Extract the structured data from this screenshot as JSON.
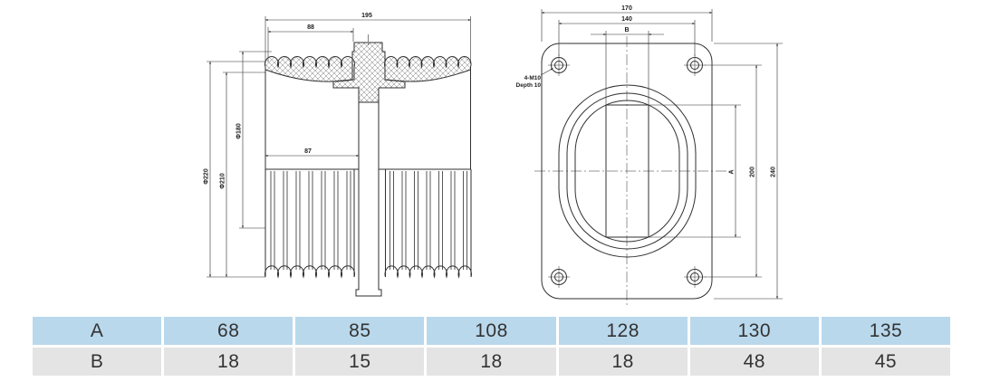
{
  "drawing": {
    "left_view": {
      "dims": {
        "total_length": "195",
        "upper_section": "88",
        "mid_section": "87",
        "dia_outer": "Φ220",
        "dia_mid": "Φ210",
        "dia_inner": "Φ180"
      }
    },
    "right_view": {
      "dims": {
        "flange_width": "170",
        "bolt_spacing_h": "140",
        "slot_width_label": "B",
        "flange_height": "240",
        "bolt_spacing_v": "200",
        "slot_height_label": "A"
      },
      "note_line1": "4-M10",
      "note_line2": "Depth 10"
    }
  },
  "table": {
    "colors": {
      "row_a_bg": "#b9d8ec",
      "row_b_bg": "#e4e4e4",
      "text": "#333333"
    },
    "rows": [
      {
        "label": "A",
        "values": [
          "68",
          "85",
          "108",
          "128",
          "130",
          "135"
        ]
      },
      {
        "label": "B",
        "values": [
          "18",
          "15",
          "18",
          "18",
          "48",
          "45"
        ]
      }
    ]
  }
}
